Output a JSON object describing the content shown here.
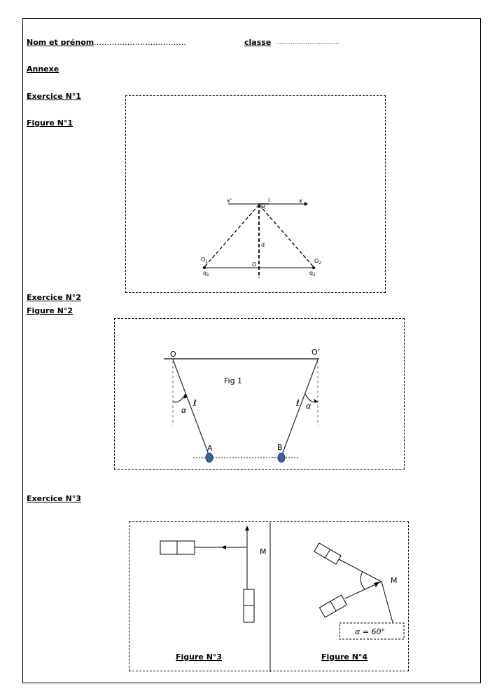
{
  "header": {
    "name_label": "Nom et prénom",
    "name_dots": "………………………………",
    "class_label": "classe",
    "class_dots": "…………………………….",
    "annex": "Annexe"
  },
  "exercise1": {
    "title": "Exercice N°1",
    "figure_label": "Figure N°1",
    "x_prime": "x'",
    "x": "x",
    "i": "i",
    "m": "M",
    "d": "d",
    "o": "O",
    "o1": "O",
    "o2": "O",
    "q1": "q",
    "q2": "q",
    "sub1": "1",
    "sub2": "2"
  },
  "exercise2": {
    "title": "Exercice N°2",
    "figure_label": "Figure N°2",
    "o": "O",
    "o_prime": "O'",
    "fig": "Fig 1",
    "l_left": "ℓ",
    "l_right": "ℓ",
    "alpha_left": "α",
    "alpha_right": "α",
    "a": "A",
    "b": "B"
  },
  "exercise3": {
    "title": "Exercice N°3",
    "m_left": "M",
    "m_right": "M",
    "alpha_box": "α = 60°",
    "figure3_label": "Figure N°3",
    "figure4_label": "Figure N°4"
  }
}
